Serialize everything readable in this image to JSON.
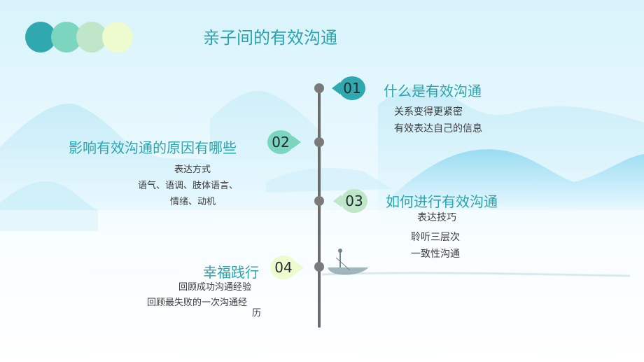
{
  "header": {
    "title": "亲子间的有效沟通",
    "circle_colors": [
      "#2fa8b0",
      "#7cd6bf",
      "#bfe6c9",
      "#eefbcf"
    ]
  },
  "items": [
    {
      "number": "01",
      "heading": "什么是有效沟通",
      "lines": [
        "关系变得更紧密",
        "有效表达自己的信息"
      ],
      "badge_color": "#2fa8b0"
    },
    {
      "number": "02",
      "heading": "影响有效沟通的原因有哪些",
      "lines": [
        "表达方式",
        "语气、语调、肢体语言、",
        "情绪、动机"
      ],
      "badge_color": "#7cd6bf"
    },
    {
      "number": "03",
      "heading": "如何进行有效沟通",
      "lines": [
        "表达技巧",
        "聆听三层次",
        "一致性沟通"
      ],
      "badge_color": "#bfe6c9"
    },
    {
      "number": "04",
      "heading": "幸福践行",
      "lines": [
        "回顾成功沟通经验",
        "回顾最失败的一次沟通经",
        "历"
      ],
      "badge_color": "#eefbcf"
    }
  ]
}
